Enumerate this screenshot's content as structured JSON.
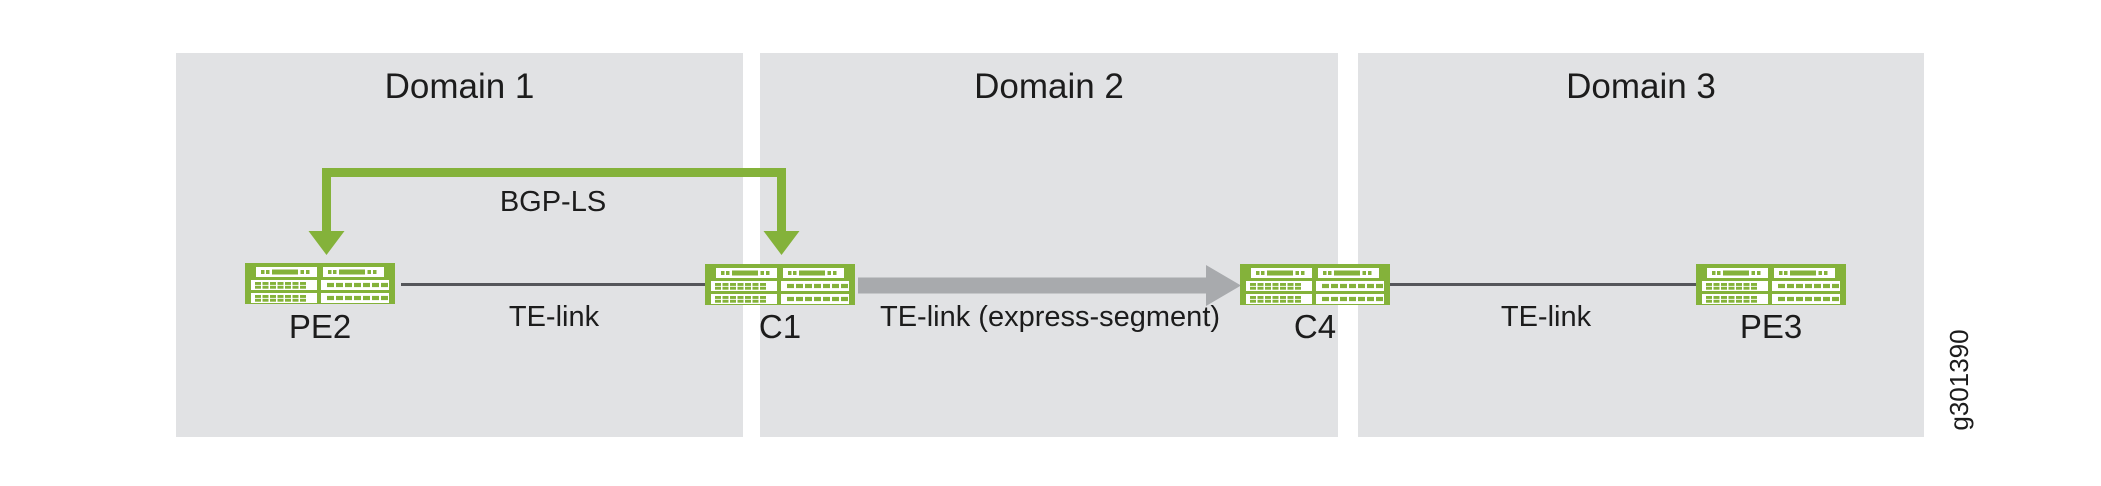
{
  "figure": {
    "id_label": "g301390"
  },
  "colors": {
    "domain-bg": "#e1e2e4",
    "green": "#84b23a",
    "link-line": "#55565a",
    "express-arrow": "#a8aaad",
    "text": "#1c1c1c"
  },
  "domains": [
    {
      "label": "Domain 1"
    },
    {
      "label": "Domain 2"
    },
    {
      "label": "Domain 3"
    }
  ],
  "routers": [
    {
      "label": "PE2"
    },
    {
      "label": "C1"
    },
    {
      "label": "C4"
    },
    {
      "label": "PE3"
    }
  ],
  "links": [
    {
      "label": "TE-link",
      "from": "PE2",
      "to": "C1",
      "style": "thin-dark-line"
    },
    {
      "label": "TE-link (express-segment)",
      "from": "C1",
      "to": "C4",
      "style": "thick-gray-arrow"
    },
    {
      "label": "TE-link",
      "from": "C4",
      "to": "PE3",
      "style": "thin-dark-line"
    }
  ],
  "bgp_session": {
    "label": "BGP-LS",
    "endpoints": [
      "PE2",
      "C1"
    ],
    "style": "green-double-headed-arrow"
  }
}
